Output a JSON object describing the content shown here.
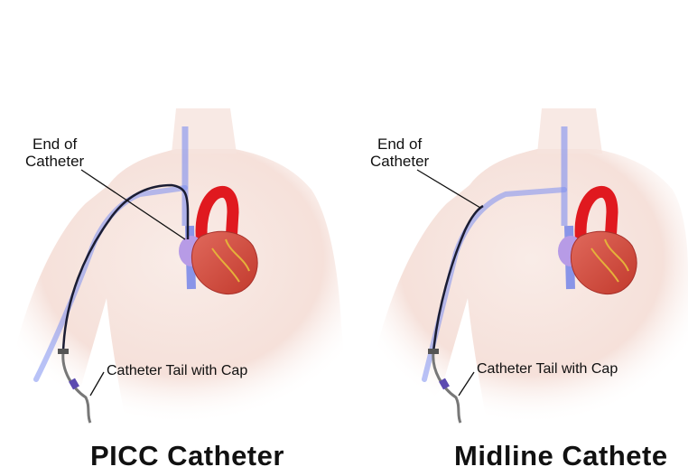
{
  "panels": [
    {
      "caption": "PICC Catheter",
      "end_label_line1": "End of",
      "end_label_line2": "Catheter",
      "tail_label": "Catheter Tail with Cap"
    },
    {
      "caption": "Midline Cathete",
      "end_label_line1": "End of",
      "end_label_line2": "Catheter",
      "tail_label": "Catheter Tail with Cap"
    }
  ],
  "colors": {
    "skin": "#f7e6e1",
    "vein": "#7e8ff0",
    "heart_red": "#d94b3b",
    "aorta_red": "#e0191f",
    "catheter": "#1b1d33"
  }
}
